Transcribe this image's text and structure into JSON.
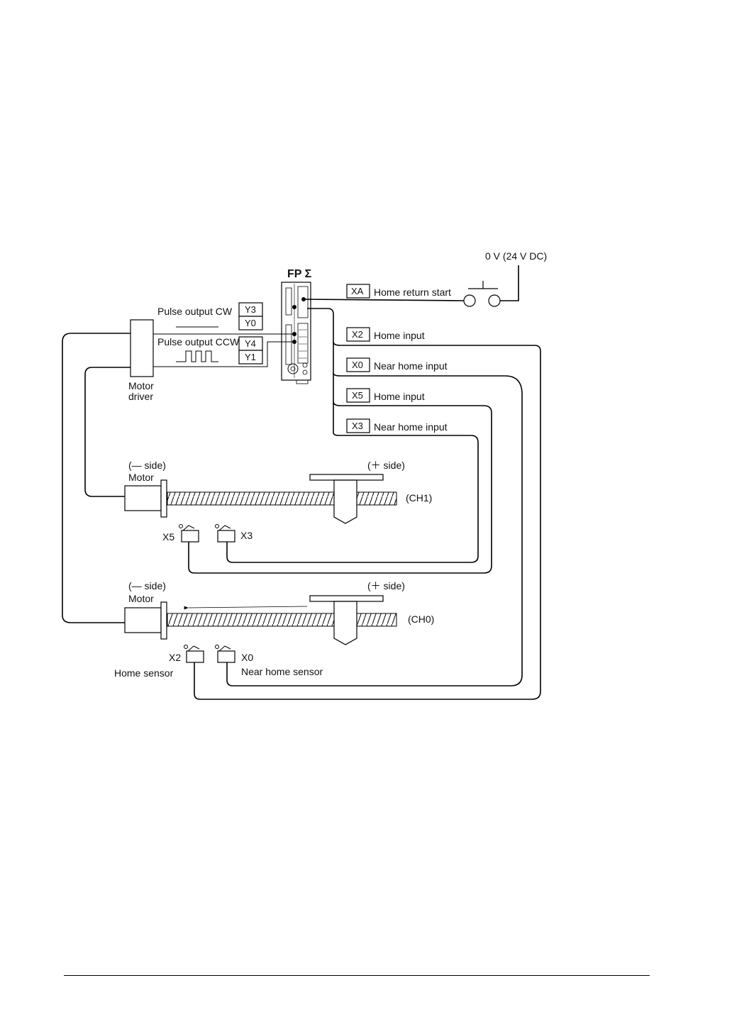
{
  "plc": {
    "title": "FP Σ"
  },
  "power": {
    "label": "0 V (24 V DC)"
  },
  "motor_driver": {
    "label_line1": "Motor",
    "label_line2": "driver"
  },
  "pulse_outputs": {
    "cw_label": "Pulse output CW",
    "ccw_label": "Pulse output CCW",
    "cw_terminals": [
      "Y3",
      "Y0"
    ],
    "ccw_terminals": [
      "Y4",
      "Y1"
    ]
  },
  "inputs": [
    {
      "terminal": "XA",
      "label": "Home return start"
    },
    {
      "terminal": "X2",
      "label": "Home input"
    },
    {
      "terminal": "X0",
      "label": "Near home input"
    },
    {
      "terminal": "X5",
      "label": "Home input"
    },
    {
      "terminal": "X3",
      "label": "Near home input"
    }
  ],
  "ch1": {
    "minus_label": "(— side)",
    "plus_label": "(＋ side)",
    "motor_label": "Motor",
    "channel_label": "(CH1)",
    "sensor_home": "X5",
    "sensor_near": "X3"
  },
  "ch0": {
    "minus_label": "(— side)",
    "plus_label": "(＋ side)",
    "motor_label": "Motor",
    "channel_label": "(CH0)",
    "sensor_home": "X2",
    "sensor_near": "X0",
    "home_sensor_label": "Home sensor",
    "near_sensor_label": "Near home sensor"
  }
}
